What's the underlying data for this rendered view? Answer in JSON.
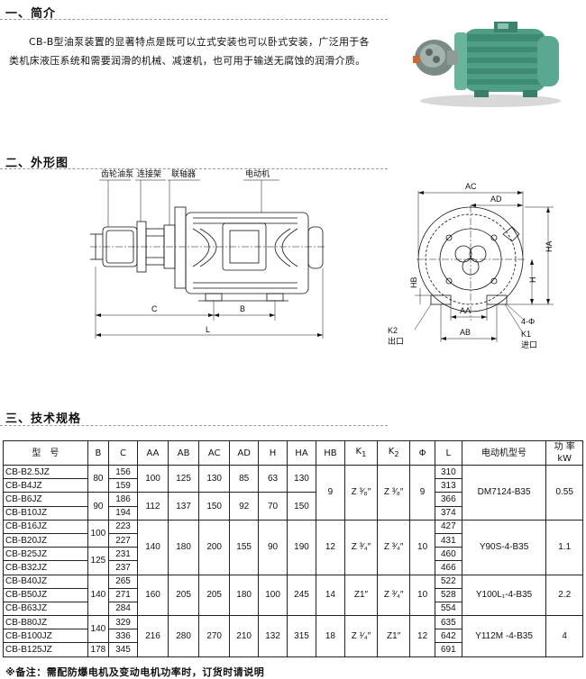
{
  "sections": {
    "intro_title": "一、简介",
    "outline_title": "二、外形图",
    "spec_title": "三、技术规格"
  },
  "intro": {
    "text": "CB-B型油泵装置的显著特点是既可以立式安装也可以卧式安装，广泛用于各类机床液压系统和需要润滑的机械、减速机，也可用于输送无腐蚀的润滑介质。"
  },
  "drawing": {
    "side": {
      "labels": [
        "齿轮油泵",
        "连接架",
        "联轴器",
        "电动机"
      ],
      "dims": [
        "C",
        "B",
        "L"
      ]
    },
    "front": {
      "dims": [
        "AC",
        "AD",
        "HA",
        "H",
        "HB",
        "AA",
        "AB"
      ],
      "phi": "4-Φ",
      "k2": "K2",
      "k2_sub": "出口",
      "k1": "K1",
      "k1_sub": "进口"
    }
  },
  "table": {
    "headers": {
      "model": "型　号",
      "b": "B",
      "c": "C",
      "aa": "AA",
      "ab": "AB",
      "ac": "AC",
      "ad": "AD",
      "h": "H",
      "ha": "HA",
      "hb": "HB",
      "k1": "K",
      "k1_sub": "1",
      "k2": "K",
      "k2_sub": "2",
      "phi": "Φ",
      "l": "L",
      "motor": "电动机型号",
      "power": "功 率",
      "power_unit": "kW"
    },
    "models": [
      "CB-B2.5JZ",
      "CB-B4JZ",
      "CB-B6JZ",
      "CB-B10JZ",
      "CB-B16JZ",
      "CB-B20JZ",
      "CB-B25JZ",
      "CB-B32JZ",
      "CB-B40JZ",
      "CB-B50JZ",
      "CB-B63JZ",
      "CB-B80JZ",
      "CB-B100JZ",
      "CB-B125JZ"
    ],
    "c_values": [
      "156",
      "159",
      "186",
      "194",
      "223",
      "227",
      "231",
      "237",
      "265",
      "271",
      "284",
      "329",
      "336",
      "345"
    ],
    "l_values": [
      "310",
      "313",
      "366",
      "374",
      "427",
      "431",
      "460",
      "466",
      "522",
      "528",
      "554",
      "635",
      "642",
      "691"
    ],
    "b_values": [
      "80",
      "90",
      "100",
      "125",
      "140",
      "140",
      "178"
    ],
    "groups": [
      {
        "aa": "100",
        "ab": "125",
        "ac": "130",
        "ad": "85",
        "h": "63",
        "ha": "130"
      },
      {
        "aa": "112",
        "ab": "137",
        "ac": "150",
        "ad": "92",
        "h": "70",
        "ha": "150"
      },
      {
        "aa": "140",
        "ab": "180",
        "ac": "200",
        "ad": "155",
        "h": "90",
        "ha": "190",
        "hb": "12",
        "k1": "Z ³⁄₄″",
        "k2": "Z ³⁄₄″",
        "phi": "10",
        "motor": "Y90S-4-B35",
        "power": "1.1"
      },
      {
        "aa": "160",
        "ab": "205",
        "ac": "205",
        "ad": "180",
        "h": "100",
        "ha": "245",
        "hb": "14",
        "k1": "Z1″",
        "k2": "Z ³⁄₄″",
        "phi": "10",
        "motor": "Y100L₁-4-B35",
        "power": "2.2"
      },
      {
        "aa": "216",
        "ab": "280",
        "ac": "270",
        "ad": "210",
        "h": "132",
        "ha": "315",
        "hb": "18",
        "k1": "Z ¹⁄₄″",
        "k2": "Z1″",
        "phi": "12",
        "motor": "Y112M -4-B35",
        "power": "4"
      }
    ],
    "top_shared": {
      "hb": "9",
      "k1": "Z ³⁄₈″",
      "k2": "Z ³⁄₈″",
      "phi": "9",
      "motor": "DM7124-B35",
      "power": "0.55"
    }
  },
  "note": "※备注：需配防爆电机及变动电机功率时，订货时请说明"
}
